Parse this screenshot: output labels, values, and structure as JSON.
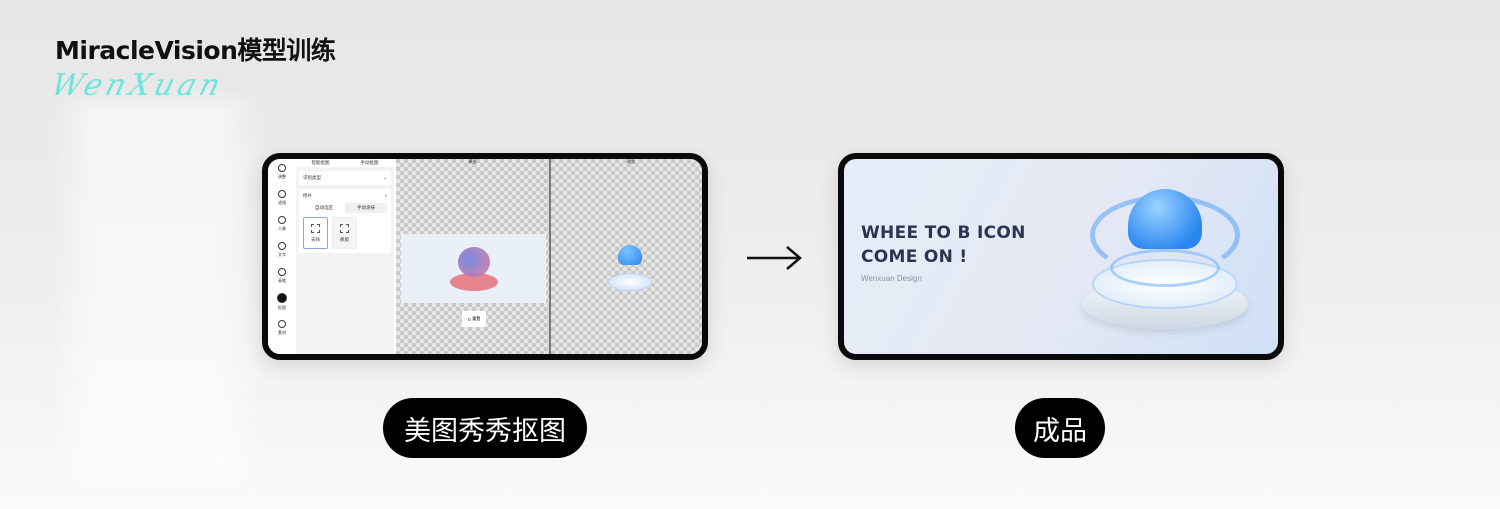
{
  "header": {
    "title": "MiracleVision模型训练",
    "signature": "WenXuan"
  },
  "left_app": {
    "sidebar": [
      {
        "label": "调整"
      },
      {
        "label": "滤镜"
      },
      {
        "label": "人像"
      },
      {
        "label": "文字"
      },
      {
        "label": "画笔"
      },
      {
        "label": "抠图",
        "active": true
      },
      {
        "label": "素材"
      }
    ],
    "panel": {
      "tabs": [
        "智能抠图",
        "手动抠图"
      ],
      "recognize_type": "识别类型",
      "patch": "修补",
      "modes": [
        "自动选区",
        "手动涂抹"
      ],
      "options": [
        "去除",
        "保留"
      ]
    },
    "canvas": {
      "original_label": "原图",
      "preview_label": "预览",
      "reset_button": "重置"
    }
  },
  "arrow_icon": "arrow-right-icon",
  "result_card": {
    "headline_1": "WHEE TO B ICON",
    "headline_2": "COME ON !",
    "subtitle": "Wenxuan Design"
  },
  "labels": {
    "left": "美图秀秀抠图",
    "right": "成品"
  },
  "colors": {
    "signature": "#6ee5dc",
    "headline": "#2a3550",
    "accent_blue": "#2a86f0"
  }
}
